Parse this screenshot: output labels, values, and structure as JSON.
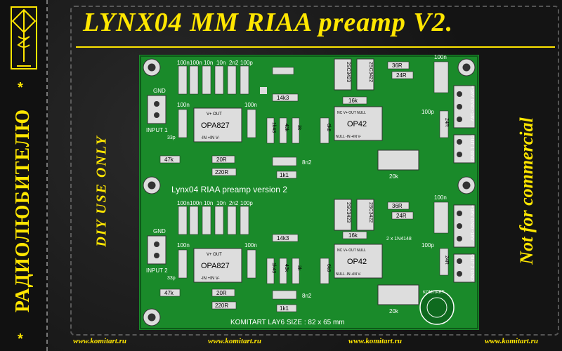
{
  "title": "LYNX04  MM  RIAA preamp V2.",
  "side_label": "РАДИОЛЮБИТЕЛЮ",
  "star": "*",
  "diy": "DIY  USE  ONLY",
  "not_commercial": "Not for commercial",
  "footer_url": "www.komitart.ru",
  "pcb": {
    "board_label": "Lynx04 RIAA preamp version 2",
    "size_label": "KOMITART LAY6  SIZE : 82 x 65 mm",
    "caps_top": [
      "100n",
      "100n",
      "10n",
      "10n",
      "2n2",
      "100p"
    ],
    "caps_left": [
      "100n",
      "100n"
    ],
    "cap_small": "100n",
    "cap_right_top": "100n",
    "cap_100p": "100p",
    "res_14k3": "14k3",
    "res_16k": "16k",
    "res_36r": "36R",
    "res_24r": "24R",
    "res_1k43": "1k43",
    "res_43k": "43k",
    "res_3k": "3k",
    "res_6k8": "6k8",
    "res_24r_v": "24R",
    "res_47k": "47k",
    "res_20r": "20R",
    "res_220r": "220R",
    "res_1k1": "1k1",
    "cap_8n2": "8n2",
    "trim_20k": "20k",
    "ic1": "OPA827",
    "ic2": "OP42",
    "ic1_pins_top": "V+  OUT",
    "ic1_pins_bot": "-IN  +IN  V-",
    "ic2_pins_top": "NC  V+  OUT  NULL",
    "ic2_pins_bot": "NULL  -IN  +IN  V-",
    "tr1": "2SC3423",
    "tr2": "2SC3422",
    "gnd": "GND",
    "input1": "INPUT 1",
    "input2": "INPUT 2",
    "cap_33p": "33p",
    "out1": "OUT 1  GND",
    "out2": "OUT 2  GND",
    "power": "+18V  GND  -18V",
    "diodes": "2 x 1N4148",
    "logo_ring": "KOMITART"
  }
}
